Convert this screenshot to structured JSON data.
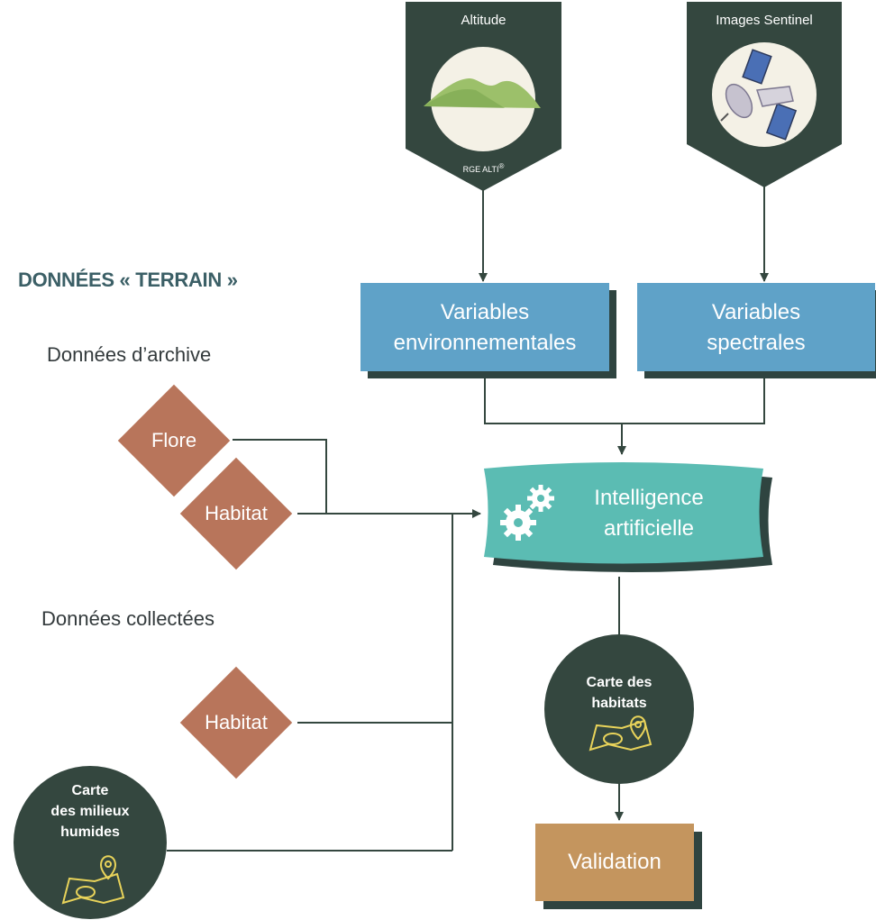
{
  "heading": "DONNÉES « TERRAIN »",
  "archive_label": "Données d’archive",
  "collected_label": "Données collectées",
  "sources": {
    "altitude": {
      "title": "Altitude",
      "caption": "RGE ALTI",
      "caption_mark": "®"
    },
    "sentinel": {
      "title": "Images Sentinel"
    }
  },
  "variables": {
    "environmental": {
      "line1": "Variables",
      "line2": "environnementales"
    },
    "spectral": {
      "line1": "Variables",
      "line2": "spectrales"
    }
  },
  "ai": {
    "line1": "Intelligence",
    "line2": "artificielle"
  },
  "archive_items": {
    "flore": "Flore",
    "habitat": "Habitat"
  },
  "collected_items": {
    "habitat": "Habitat"
  },
  "wetland_map": {
    "line1": "Carte",
    "line2": "des milieux",
    "line3": "humides"
  },
  "habitat_map": {
    "line1": "Carte des",
    "line2": "habitats"
  },
  "validation": "Validation",
  "colors": {
    "dark_green": "#34473f",
    "blue_box": "#5fa2c8",
    "teal": "#5bbcb3",
    "terracotta": "#b8755b",
    "ochre": "#c4955e",
    "line": "#34473f",
    "shadow": "#2f4440"
  }
}
